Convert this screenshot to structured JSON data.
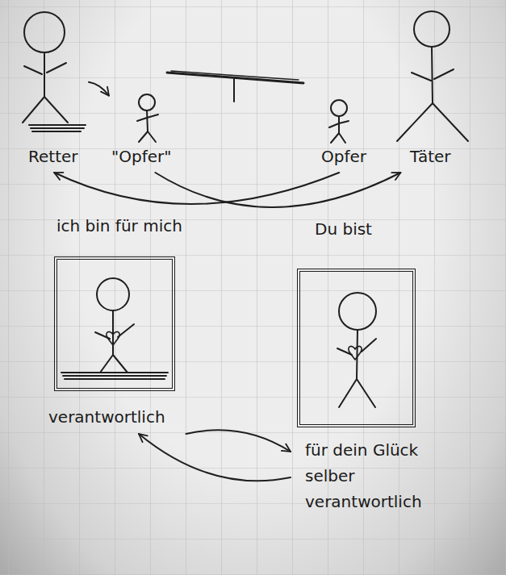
{
  "diagram": {
    "nodes": [
      {
        "text": [
          "Retter"
        ]
      },
      {
        "text": [
          "\"Opfer\""
        ]
      },
      {
        "text": [
          "Opfer"
        ]
      },
      {
        "text": [
          "Täter"
        ]
      },
      {
        "text": [
          "ich bin für mich",
          "verantwortlich"
        ]
      },
      {
        "text": [
          "Du bist",
          "für dein Glück selber verantwortlich"
        ]
      }
    ],
    "edges": [
      {
        "from": 0,
        "to": 1,
        "arrow": "to"
      },
      {
        "from": 1,
        "to": 3,
        "arrow": "to"
      },
      {
        "from": 2,
        "to": 0,
        "arrow": "to"
      },
      {
        "from": 4,
        "to": 5,
        "arrow": "to"
      },
      {
        "from": 5,
        "to": 4,
        "arrow": "to"
      }
    ]
  }
}
